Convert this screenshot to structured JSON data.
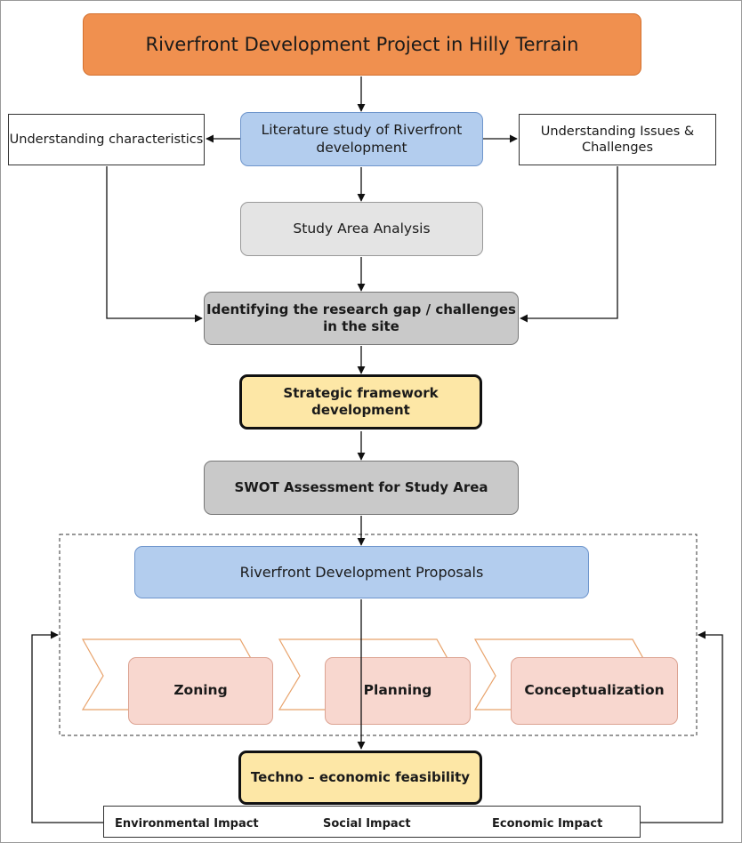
{
  "title": "Riverfront Development Project in Hilly Terrain",
  "literature_study": "Literature study of Riverfront development",
  "understanding_characteristics": "Understanding characteristics",
  "understanding_issues": "Understanding Issues & Challenges",
  "study_area_analysis": "Study Area Analysis",
  "research_gap": "Identifying the research gap / challenges in the site",
  "strategic_framework": "Strategic framework development",
  "swot": "SWOT Assessment for Study Area",
  "proposals": {
    "title": "Riverfront Development Proposals",
    "items": [
      "Zoning",
      "Planning",
      "Conceptualization"
    ]
  },
  "techno_economic": "Techno – economic feasibility",
  "impacts": [
    "Environmental Impact",
    "Social Impact",
    "Economic Impact"
  ],
  "colors": {
    "title_fill": "#f0904f",
    "blue_fill": "#b3cdee",
    "light_grey_fill": "#e4e4e4",
    "grey_fill": "#c9c9c9",
    "yellow_fill": "#fde7a6",
    "pink_fill": "#f8d7cf",
    "chevron_stroke": "#e8a26a"
  }
}
